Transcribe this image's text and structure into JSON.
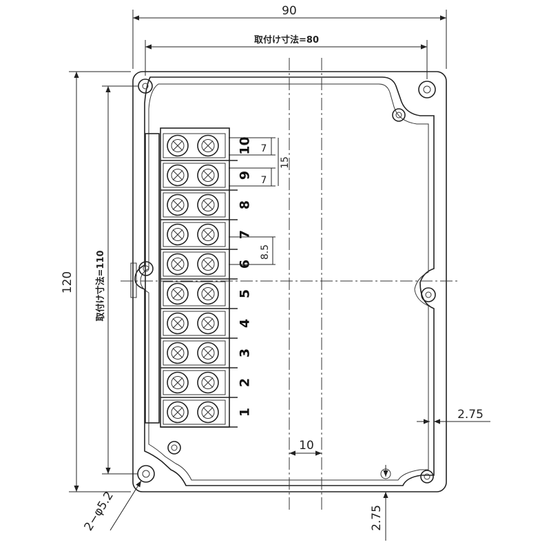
{
  "dimensions": {
    "width_total": "90",
    "mount_width": "取付け寸法=80",
    "height_total": "120",
    "mount_height": "取付け寸法=110",
    "pitch_small_1": "7",
    "pitch_15": "15",
    "pitch_small_2": "7",
    "pitch_85": "8.5",
    "offset_275_right": "2.75",
    "offset_275_bottom": "2.75",
    "gap_10": "10",
    "hole_spec": "2−φ5.2"
  },
  "terminals": [
    "10",
    "9",
    "8",
    "7",
    "6",
    "5",
    "4",
    "3",
    "2",
    "1"
  ]
}
